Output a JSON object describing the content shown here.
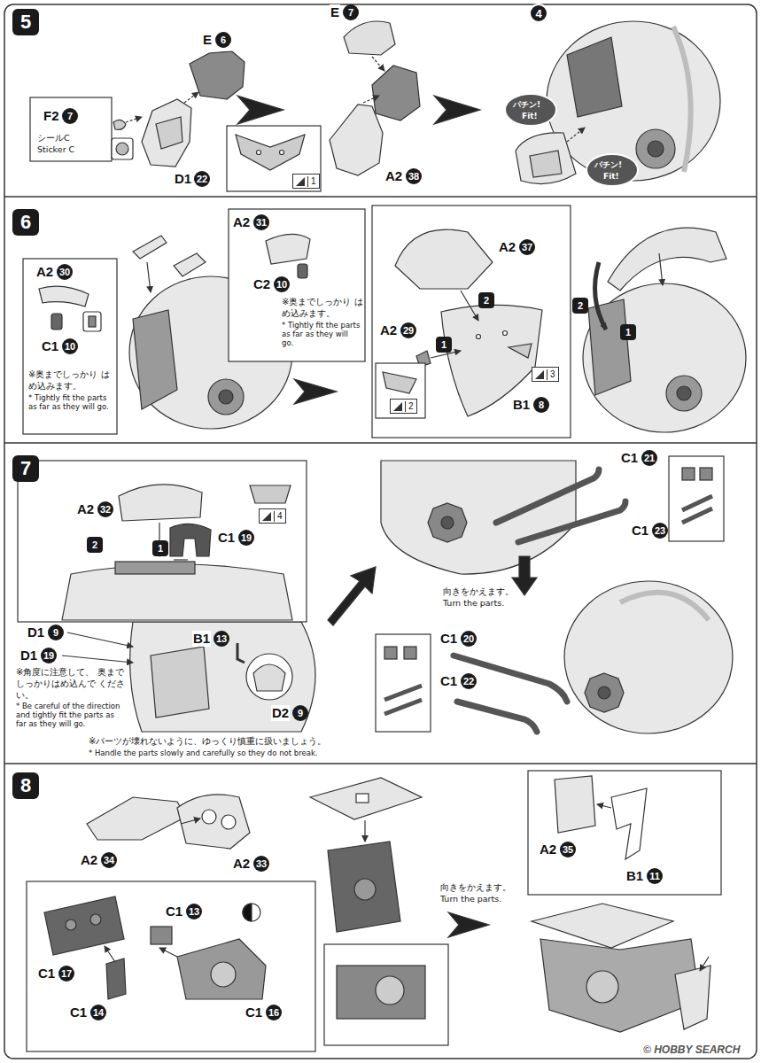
{
  "diagram": {
    "nodes": [
      {
        "text": [
          "5"
        ]
      },
      {
        "text": [
          "6"
        ]
      },
      {
        "text": [
          "7"
        ]
      },
      {
        "text": [
          "8"
        ]
      },
      {
        "text": [
          "4"
        ]
      },
      {
        "text": [
          "1"
        ]
      },
      {
        "text": [
          "2"
        ]
      },
      {
        "text": [
          "3"
        ]
      },
      {
        "text": [
          "4"
        ]
      }
    ],
    "labels": [
      "F2",
      "7",
      "シールC",
      "Sticker C",
      "E",
      "6",
      "D1",
      "22",
      "E",
      "7",
      "A2",
      "38",
      "パチン!",
      "Fit!",
      "パチン!",
      "Fit!",
      "A2",
      "31",
      "C2",
      "10",
      "※奥までしっかり はめ込みます。",
      "* Tightly fit the parts as far as they will go.",
      "A2",
      "30",
      "C1",
      "10",
      "※奥までしっかり はめ込みます。",
      "* Tightly fit the parts as far as they will go.",
      "A2",
      "37",
      "2",
      "A2",
      "29",
      "1",
      "B1",
      "8",
      "2",
      "1",
      "A2",
      "32",
      "2",
      "1",
      "C1",
      "19",
      "D1",
      "9",
      "D1",
      "19",
      "※角度に注意して、 奥までしっかりはめ込んで ください。",
      "* Be careful of the direction and tightly fit the parts as far as they will go.",
      "B1",
      "13",
      "D2",
      "9",
      "※パーツが壊れないように、ゆっくり慎重に扱いましょう。",
      "* Handle the parts slowly and carefully so they do not break.",
      "C1",
      "21",
      "C1",
      "23",
      "向きをかえます。",
      "Turn the parts.",
      "C1",
      "20",
      "C1",
      "22",
      "A2",
      "34",
      "A2",
      "33",
      "C1",
      "13",
      "C1",
      "17",
      "C1",
      "14",
      "C1",
      "16",
      "向きをかえます。",
      "Turn the parts.",
      "A2",
      "35",
      "B1",
      "11",
      "© HOBBY SEARCH"
    ]
  }
}
